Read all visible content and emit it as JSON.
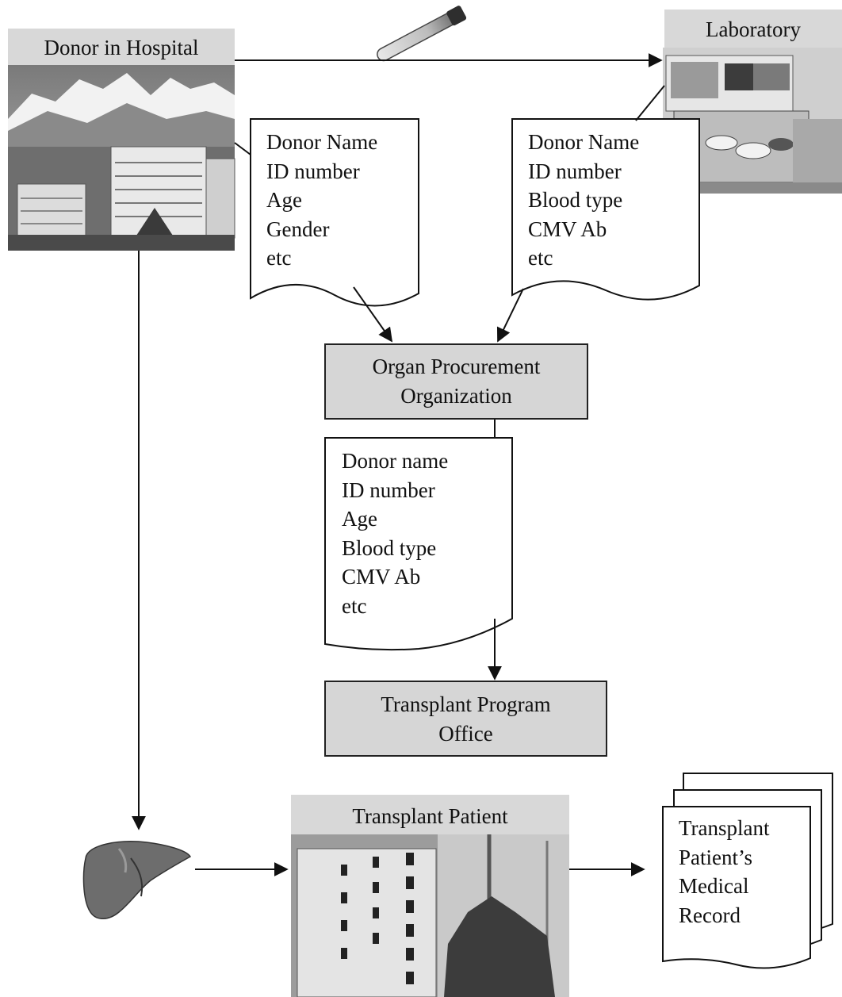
{
  "nodes": {
    "donor_hospital": {
      "label": "Donor in Hospital"
    },
    "laboratory": {
      "label": "Laboratory"
    },
    "opo": {
      "label_line1": "Organ Procurement",
      "label_line2": "Organization"
    },
    "tpo": {
      "label_line1": "Transplant Program",
      "label_line2": "Office"
    },
    "transplant_patient": {
      "label": "Transplant Patient"
    }
  },
  "documents": {
    "hospital_doc": {
      "lines": [
        "Donor Name",
        "ID number",
        "Age",
        "Gender",
        "etc"
      ]
    },
    "lab_doc": {
      "lines": [
        "Donor Name",
        "ID number",
        "Blood type",
        "CMV Ab",
        "etc"
      ]
    },
    "opo_doc": {
      "lines": [
        "Donor name",
        "ID number",
        "Age",
        "Blood type",
        "CMV Ab",
        "etc"
      ]
    },
    "medical_record": {
      "lines": [
        "Transplant",
        "Patient’s",
        "Medical",
        "Record"
      ]
    }
  },
  "icons": [
    "blood-sample-tube-icon",
    "liver-organ-icon",
    "hospital-building-photo",
    "laboratory-equipment-photo",
    "transplant-building-photo"
  ],
  "colors": {
    "box_fill": "#d6d6d6",
    "stroke": "#111111"
  }
}
